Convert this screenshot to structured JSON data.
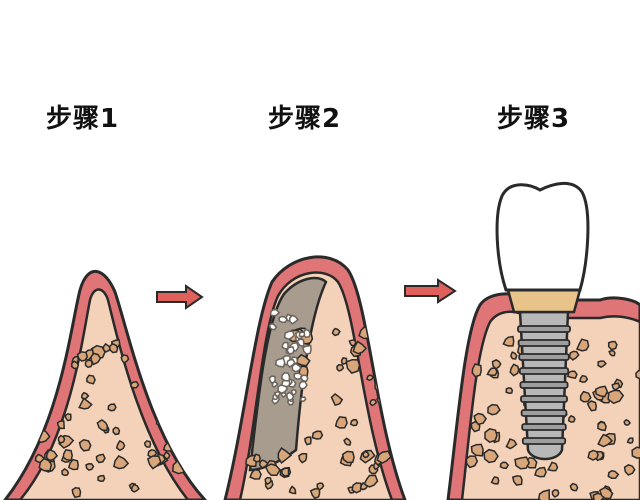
{
  "steps": [
    {
      "label": "步骤1",
      "icon": "bone-ridge-icon"
    },
    {
      "label": "步骤2",
      "icon": "bone-graft-icon"
    },
    {
      "label": "步骤3",
      "icon": "dental-implant-icon"
    }
  ],
  "arrows": [
    "arrow-right-icon",
    "arrow-right-icon"
  ],
  "colors": {
    "gum": "#e07577",
    "outline": "#2a2a2a",
    "bone": "#f3d2b9",
    "bone_speckle": "#d9a679",
    "graft_membrane": "#a79c8e",
    "graft_particles": "#ffffff",
    "arrow": "#e0605c",
    "crown": "#ffffff",
    "abutment": "#e9c48a",
    "implant_screw": "#b8b8b8"
  }
}
